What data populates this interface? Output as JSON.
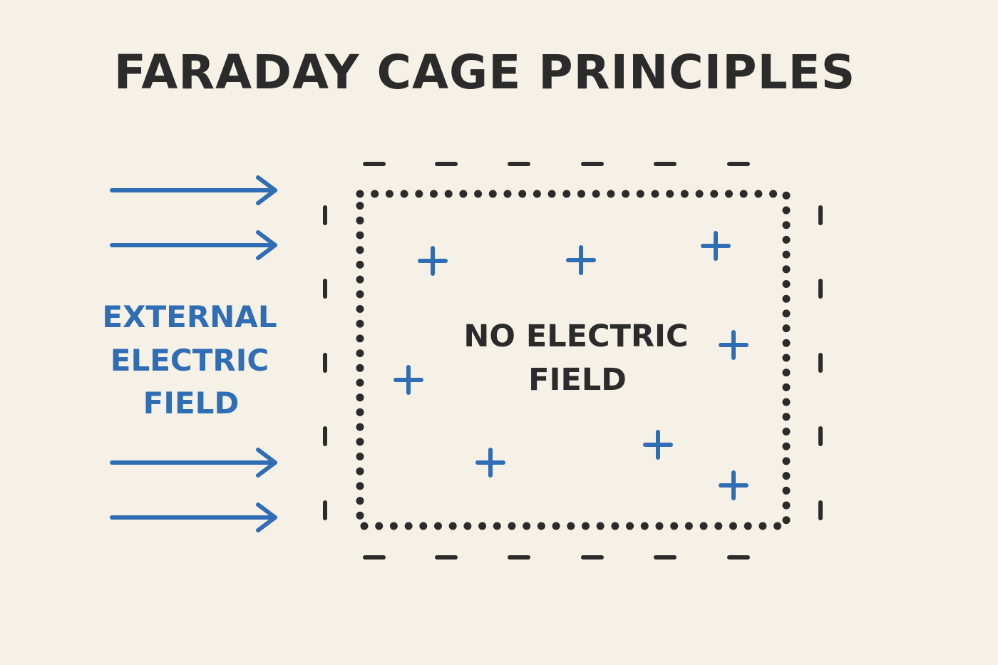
{
  "diagram": {
    "title": "FARADAY CAGE PRINCIPLES",
    "external_label": [
      "EXTERNAL",
      "ELECTRIC",
      "FIELD"
    ],
    "inner_label": [
      "NO ELECTRIC",
      "FIELD"
    ],
    "plus_symbol": "+",
    "minus_symbol": "−",
    "field_arrow_count": 4,
    "colors": {
      "background": "#f6f1e6",
      "blue": "#2f6db5",
      "dark": "#2b2b2b"
    }
  }
}
